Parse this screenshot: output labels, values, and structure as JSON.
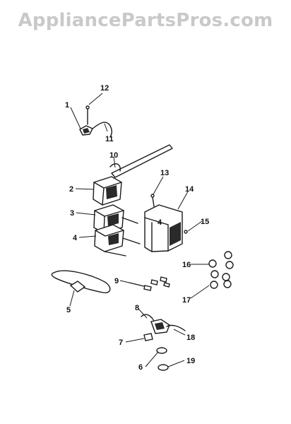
{
  "watermark": "AppliancePartsPros.com",
  "callouts": [
    "1",
    "2",
    "3",
    "4",
    "5",
    "6",
    "7",
    "8",
    "9",
    "10",
    "11",
    "12",
    "13",
    "14",
    "15",
    "16",
    "17",
    "18",
    "19"
  ],
  "bracket_label": "4"
}
